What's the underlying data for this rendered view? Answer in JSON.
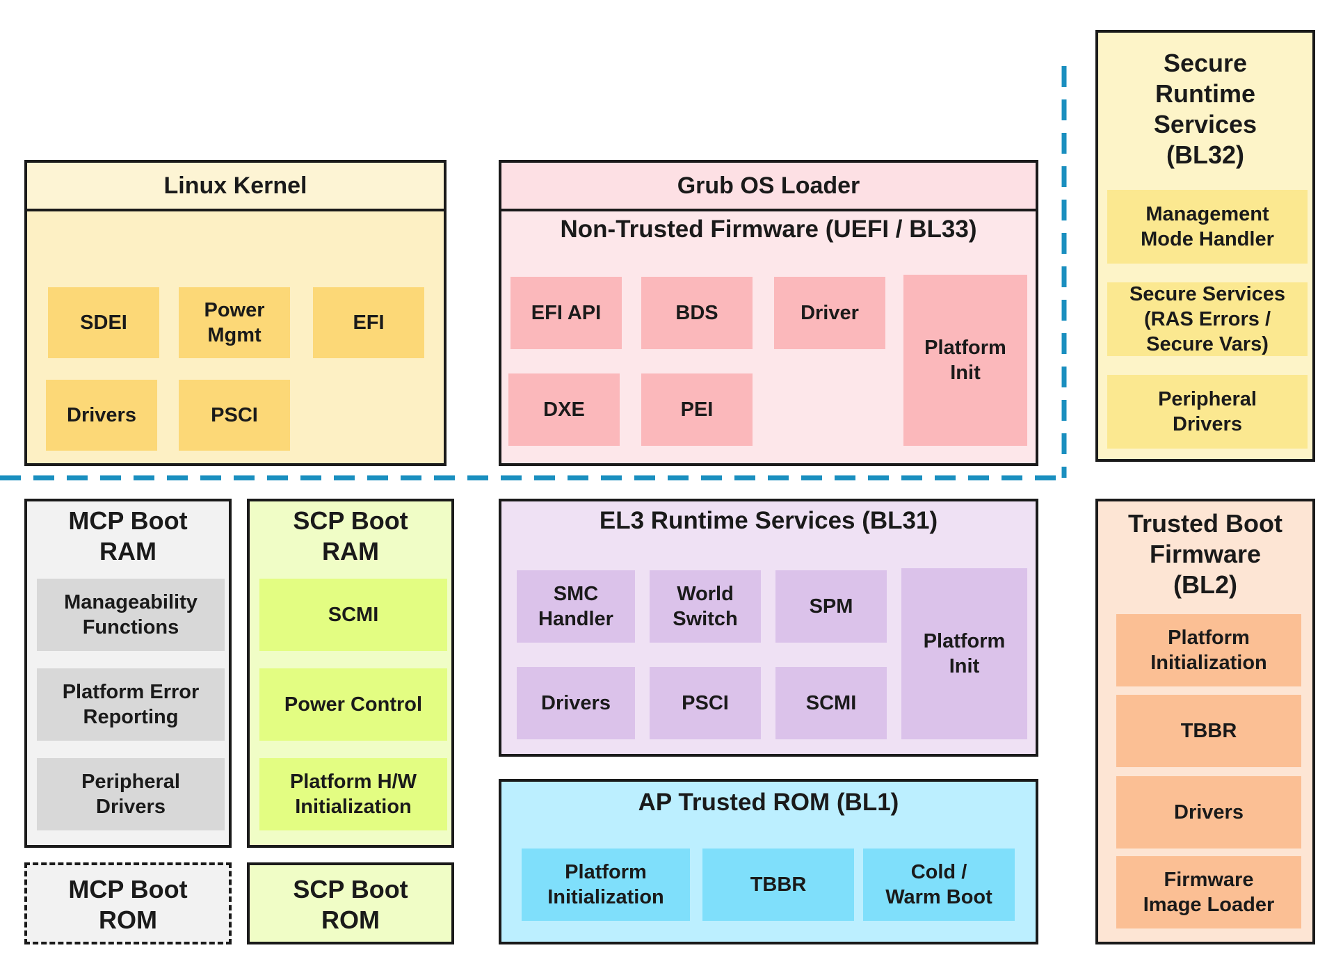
{
  "linux_kernel": {
    "title": "Linux Kernel",
    "items": [
      "SDEI",
      "Power\nMgmt",
      "EFI",
      "Drivers",
      "PSCI"
    ]
  },
  "grub": {
    "title": "Grub OS Loader",
    "subtitle": "Non-Trusted Firmware (UEFI / BL33)",
    "items": [
      "EFI API",
      "BDS",
      "Driver",
      "Platform\nInit",
      "DXE",
      "PEI"
    ]
  },
  "bl32": {
    "title": "Secure\nRuntime\nServices\n(BL32)",
    "items": [
      "Management\nMode Handler",
      "Secure Services\n(RAS Errors /\nSecure Vars)",
      "Peripheral\nDrivers"
    ]
  },
  "mcp_ram": {
    "title": "MCP Boot\nRAM",
    "items": [
      "Manageability\nFunctions",
      "Platform Error\nReporting",
      "Peripheral\nDrivers"
    ]
  },
  "scp_ram": {
    "title": "SCP Boot\nRAM",
    "items": [
      "SCMI",
      "Power Control",
      "Platform H/W\nInitialization"
    ]
  },
  "bl31": {
    "title": "EL3 Runtime Services (BL31)",
    "items": [
      "SMC\nHandler",
      "World\nSwitch",
      "SPM",
      "Platform\nInit",
      "Drivers",
      "PSCI",
      "SCMI"
    ]
  },
  "bl1": {
    "title": "AP Trusted ROM (BL1)",
    "items": [
      "Platform\nInitialization",
      "TBBR",
      "Cold /\nWarm Boot"
    ]
  },
  "bl2": {
    "title": "Trusted Boot\nFirmware\n(BL2)",
    "items": [
      "Platform\nInitialization",
      "TBBR",
      "Drivers",
      "Firmware\nImage Loader"
    ]
  },
  "mcp_rom": {
    "title": "MCP Boot\nROM"
  },
  "scp_rom": {
    "title": "SCP Boot\nROM"
  },
  "colors": {
    "border": "#1a1a1a",
    "divider": "#1a8fbf",
    "linux_bg": "#fdf0c4",
    "linux_header": "#fdf4d4",
    "linux_block": "#fcd877",
    "grub_bg": "#fde7ea",
    "grub_header": "#fde0e4",
    "grub_block": "#fbb8bb",
    "bl32_bg": "#fdf4c8",
    "bl32_block": "#fbe890",
    "mcp_bg": "#f2f2f2",
    "mcp_block": "#d8d8d8",
    "scp_bg": "#f0fdc6",
    "scp_block": "#e3fd82",
    "bl31_bg": "#efe1f4",
    "bl31_block": "#dbc2ea",
    "bl1_bg": "#bcefff",
    "bl1_block": "#7fdffb",
    "bl2_bg": "#fde5d4",
    "bl2_block": "#fbbf94"
  }
}
